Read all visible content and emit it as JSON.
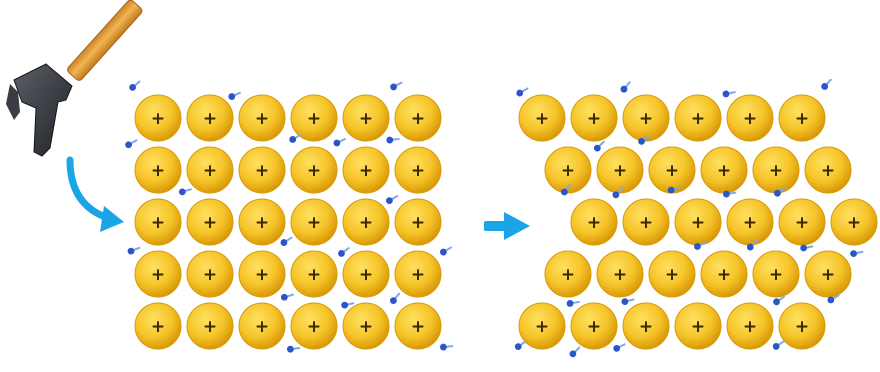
{
  "ion_symbol": "+",
  "colors": {
    "ion_core": "#ffe060",
    "ion_mid": "#f6c52a",
    "ion_edge": "#d99a08",
    "electron": "#2a56c8",
    "electron_trail": "#7fa8e8",
    "arrow": "#1aa6e6",
    "hammer_handle": "#e7a238",
    "hammer_head": "#2f3237",
    "background": "#ffffff"
  },
  "icons": {
    "tool": "hammer-icon",
    "strike": "curved-arrow-icon",
    "transition": "right-arrow-icon"
  },
  "lattice_before": {
    "rows": 5,
    "ions_per_row": [
      6,
      6,
      6,
      6,
      6
    ],
    "row_offsets": [
      0,
      0,
      0,
      0,
      0
    ]
  },
  "lattice_after": {
    "rows": 5,
    "ions_per_row": [
      6,
      6,
      6,
      6,
      6
    ],
    "row_offsets": [
      0,
      0.5,
      1,
      0.5,
      0
    ]
  }
}
